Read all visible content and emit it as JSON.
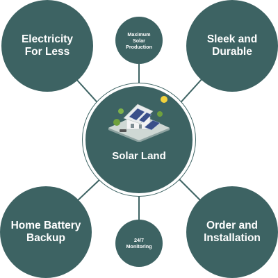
{
  "diagram": {
    "center": {
      "label": "Solar Land",
      "illustration": "solar-house-illustration"
    },
    "features": [
      {
        "id": "electricity",
        "label": "Electricity\nFor Less"
      },
      {
        "id": "production",
        "label": "Maximum\nSolar\nProduction"
      },
      {
        "id": "durable",
        "label": "Sleek and\nDurable"
      },
      {
        "id": "battery",
        "label": "Home Battery\nBackup"
      },
      {
        "id": "monitoring",
        "label": "24/7\nMonitoring"
      },
      {
        "id": "installation",
        "label": "Order and\nInstallation"
      }
    ],
    "colors": {
      "node_fill": "#3d6363",
      "connector": "#3d6363",
      "text": "#ffffff"
    }
  }
}
